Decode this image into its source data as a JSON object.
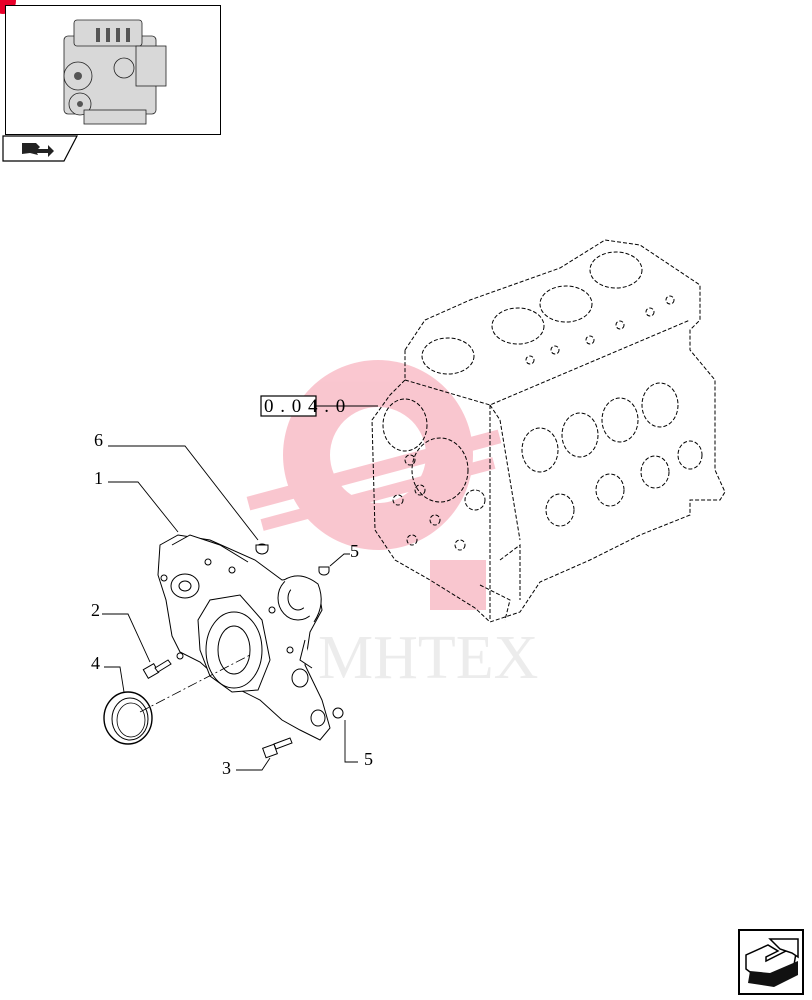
{
  "thumbnail": {
    "icon": "engine-thumbnail",
    "tab_icon": "book-arrow-icon"
  },
  "reference": {
    "text": "0 . 0 4 . 0"
  },
  "callouts": [
    {
      "num": "6",
      "part": "plug"
    },
    {
      "num": "1",
      "part": "timing-cover"
    },
    {
      "num": "5",
      "part": "plug-upper"
    },
    {
      "num": "2",
      "part": "screw"
    },
    {
      "num": "4",
      "part": "seal-ring"
    },
    {
      "num": "3",
      "part": "bolt"
    },
    {
      "num": "5",
      "part": "plug-lower"
    }
  ],
  "watermark": {
    "text": "MHTEX",
    "color": "#e8002a"
  },
  "nav": {
    "icon": "next-page-arrow-icon"
  }
}
